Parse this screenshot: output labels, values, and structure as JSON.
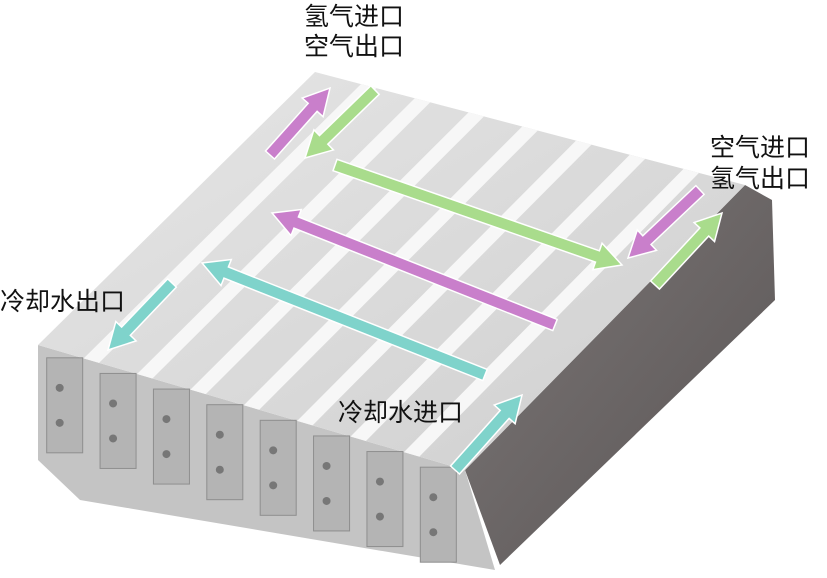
{
  "labels": {
    "hydrogen_inlet": "氢气进口",
    "air_outlet": "空气出口",
    "air_inlet": "空气进口",
    "hydrogen_outlet": "氢气出口",
    "coolant_outlet": "冷却水出口",
    "coolant_inlet": "冷却水进口"
  },
  "colors": {
    "hydrogen": "#c97fcb",
    "air": "#a9dc8c",
    "coolant": "#7fd3cb",
    "top_face": "#dcdcdc",
    "side_face": "#6a6565",
    "front_face": "#bdbdbd",
    "channel": "#f7f7f7"
  }
}
